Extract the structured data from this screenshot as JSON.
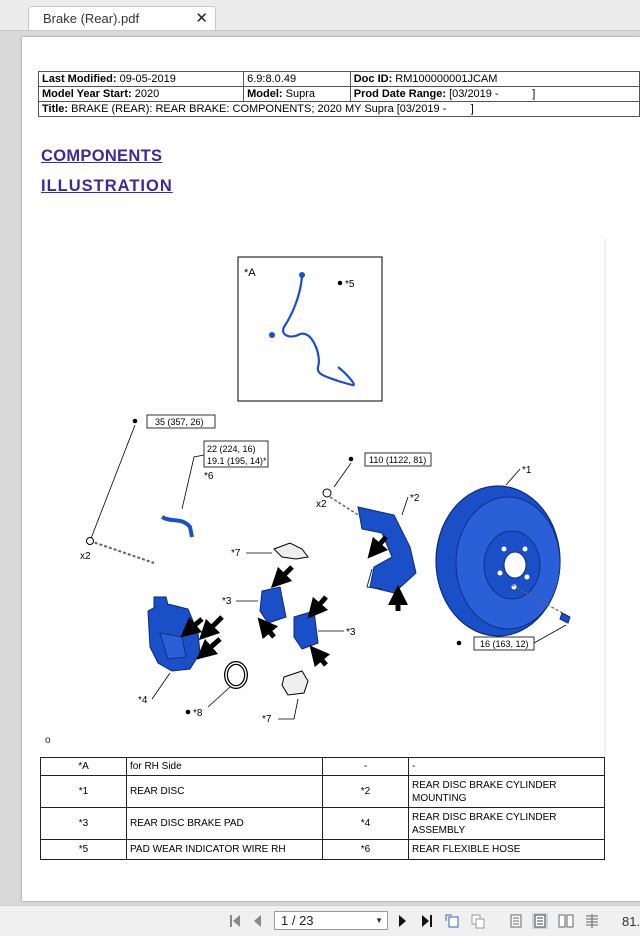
{
  "tab": {
    "title": "Brake (Rear).pdf",
    "close": "✕"
  },
  "header": {
    "last_modified_label": "Last Modified:",
    "last_modified": "09-05-2019",
    "version": "6.9:8.0.49",
    "doc_id_label": "Doc ID:",
    "doc_id": "RM100000001JCAM",
    "model_year_label": "Model Year Start:",
    "model_year": "2020",
    "model_label": "Model:",
    "model": "Supra",
    "prod_date_label": "Prod Date Range:",
    "prod_date": "[03/2019 -           ]",
    "title_label": "Title:",
    "title": "BRAKE (REAR): REAR BRAKE: COMPONENTS; 2020 MY Supra [03/2019 -        ]"
  },
  "headings": {
    "components": "COMPONENTS",
    "illustration": "ILLUSTRATION"
  },
  "illustration": {
    "inset_label": "*A",
    "callouts": {
      "c1": "*1",
      "c2": "*2",
      "c3a": "*3",
      "c3b": "*3",
      "c4": "*4",
      "c5": "*5",
      "c6": "*6",
      "c7a": "*7",
      "c7b": "*7",
      "c8": "*8"
    },
    "torques": {
      "t1": "35 (357, 26)",
      "t2a": "22 (224, 16)",
      "t2b": "19.1 (195, 14)*",
      "t3": "110 (1122, 81)",
      "t4": "16 (163, 12)"
    },
    "qty": {
      "q1": "x2",
      "q2": "x2"
    },
    "figure_id": "o"
  },
  "legend": {
    "rows": [
      {
        "k1": "*A",
        "v1": "for RH Side",
        "k2": "-",
        "v2": "-"
      },
      {
        "k1": "*1",
        "v1": "REAR DISC",
        "k2": "*2",
        "v2": "REAR DISC BRAKE CYLINDER MOUNTING"
      },
      {
        "k1": "*3",
        "v1": "REAR DISC BRAKE PAD",
        "k2": "*4",
        "v2": "REAR DISC BRAKE CYLINDER ASSEMBLY"
      },
      {
        "k1": "*5",
        "v1": "PAD WEAR INDICATOR WIRE RH",
        "k2": "*6",
        "v2": "REAR FLEXIBLE HOSE"
      }
    ]
  },
  "toolbar": {
    "page_indicator": "1 / 23",
    "zoom": "81."
  },
  "colors": {
    "part_blue": "#1a4fc8",
    "heading": "#3a2a9a"
  }
}
